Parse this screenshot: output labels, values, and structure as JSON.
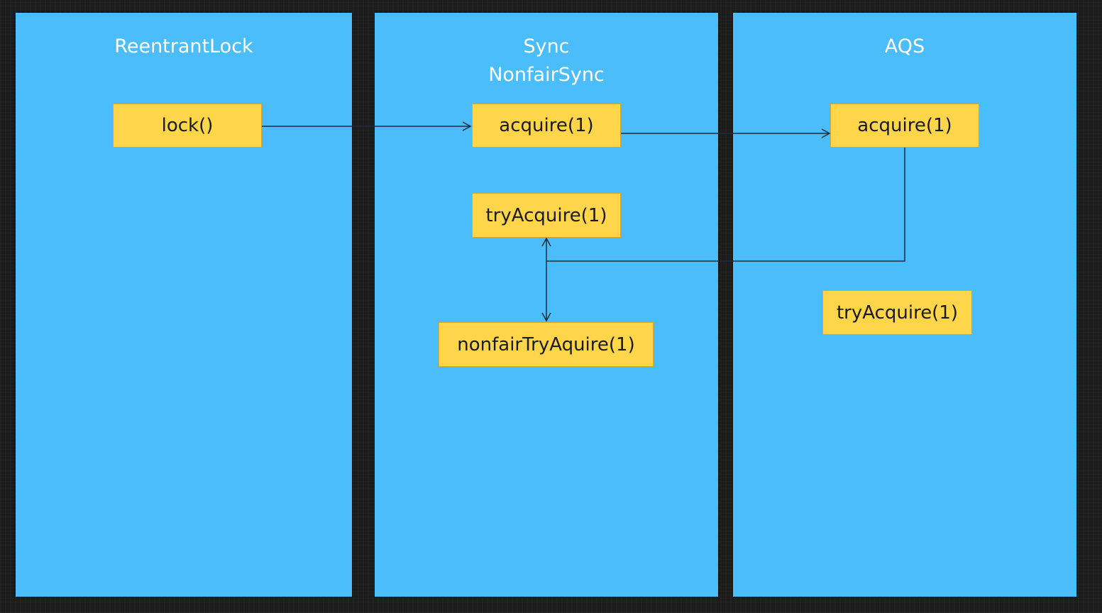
{
  "panels": [
    {
      "title_lines": [
        "ReentrantLock"
      ]
    },
    {
      "title_lines": [
        "Sync",
        "NonfairSync"
      ]
    },
    {
      "title_lines": [
        "AQS"
      ]
    }
  ],
  "boxes": {
    "lock": "lock()",
    "sync_acquire": "acquire(1)",
    "sync_try_acquire": "tryAcquire(1)",
    "nonfair_try_acquire": "nonfairTryAquire(1)",
    "aqs_acquire": "acquire(1)",
    "aqs_try_acquire": "tryAcquire(1)"
  },
  "colors": {
    "panel": "#4bbdfa",
    "box": "#ffd54a",
    "background": "#1c1c1c",
    "line": "#1f2d3a"
  }
}
